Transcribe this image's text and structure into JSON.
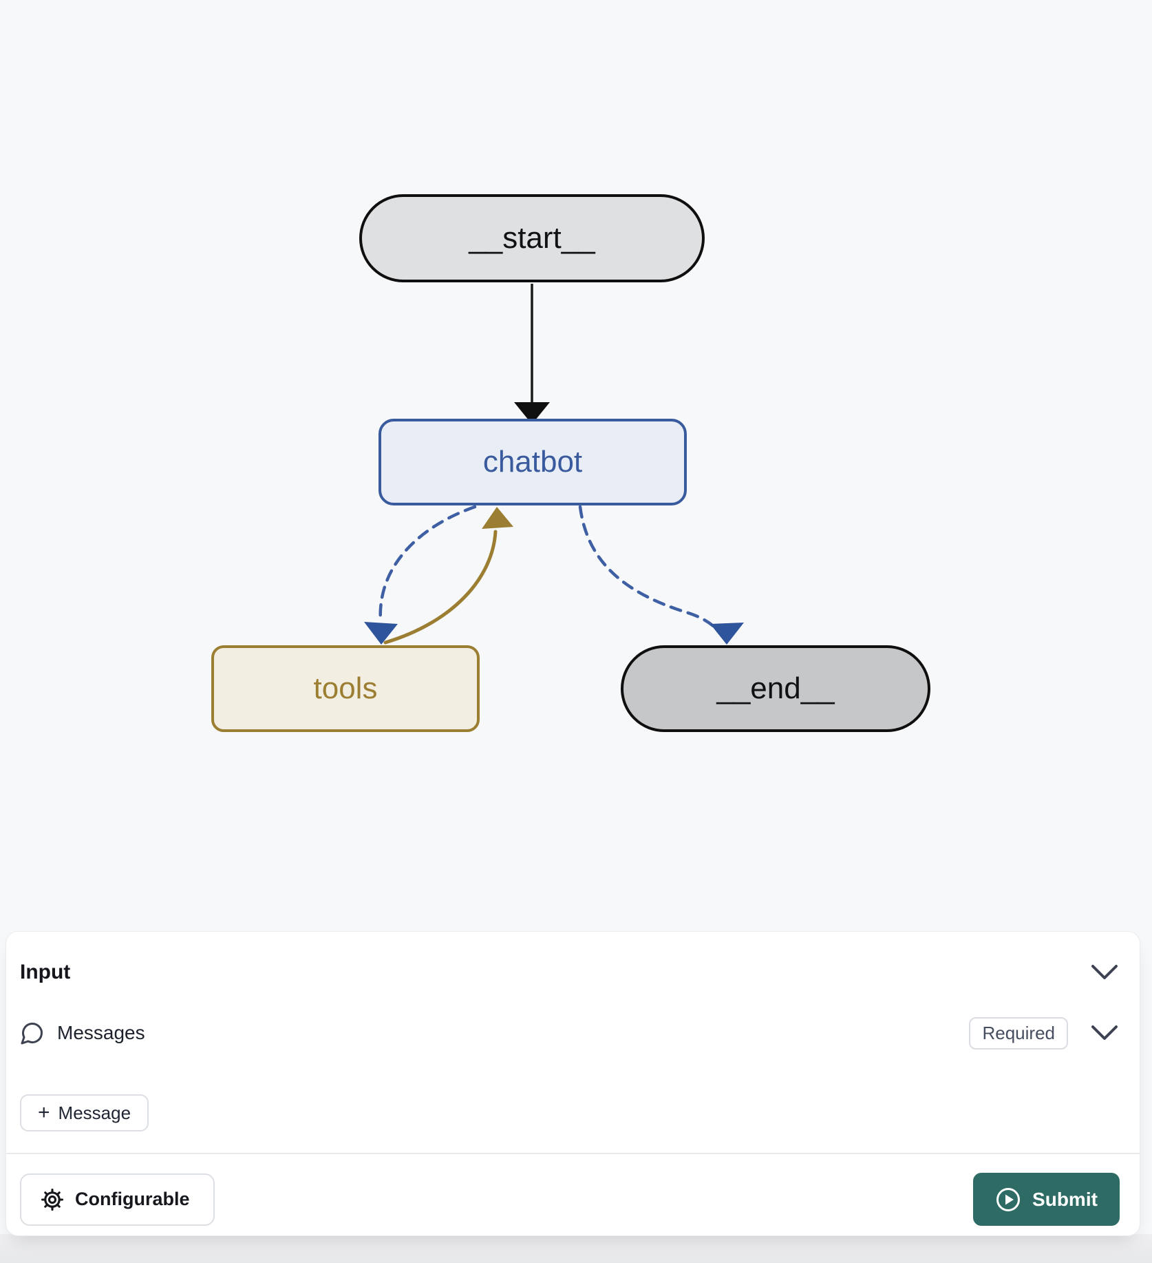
{
  "graph": {
    "nodes": {
      "start": {
        "label": "__start__",
        "fill": "#dfe0e2",
        "border": "#0f0f0f"
      },
      "chatbot": {
        "label": "chatbot",
        "fill": "#e9edf6",
        "border": "#3a5a9e"
      },
      "tools": {
        "label": "tools",
        "fill": "#f2eee2",
        "border": "#9c7e33"
      },
      "end": {
        "label": "__end__",
        "fill": "#c6c7c9",
        "border": "#0f0f0f"
      }
    },
    "edges": [
      {
        "from": "__start__",
        "to": "chatbot",
        "style": "solid",
        "color": "#1a1a1a"
      },
      {
        "from": "chatbot",
        "to": "tools",
        "style": "dashed",
        "color": "#3e5fa3"
      },
      {
        "from": "tools",
        "to": "chatbot",
        "style": "solid",
        "color": "#9c7e33"
      },
      {
        "from": "chatbot",
        "to": "__end__",
        "style": "dashed",
        "color": "#3e5fa3"
      }
    ]
  },
  "input_panel": {
    "title": "Input",
    "messages_field": {
      "label": "Messages",
      "badge": "Required"
    },
    "add_message": {
      "plus": "+",
      "label": "Message"
    },
    "footer": {
      "configurable_label": "Configurable",
      "submit_label": "Submit"
    }
  },
  "colors": {
    "page_bg": "#f7f8fa",
    "panel_bg": "#ffffff",
    "accent_blue": "#3a5a9e",
    "accent_gold": "#9c7e33",
    "submit_teal": "#2e6b65",
    "border_gray": "#dcdfe4",
    "text_dark": "#16181d",
    "text_gray": "#454d5f"
  }
}
